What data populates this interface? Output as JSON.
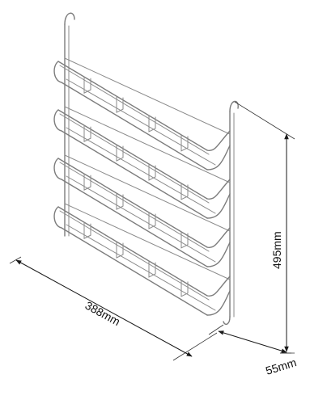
{
  "dimensions": {
    "width_label": "388mm",
    "height_label": "495mm",
    "depth_label": "55mm"
  },
  "colors": {
    "wire": "#7c7c7c",
    "dimension": "#1a1a1a"
  },
  "rack": {
    "shelf_count": 4,
    "divider_count": 4
  }
}
